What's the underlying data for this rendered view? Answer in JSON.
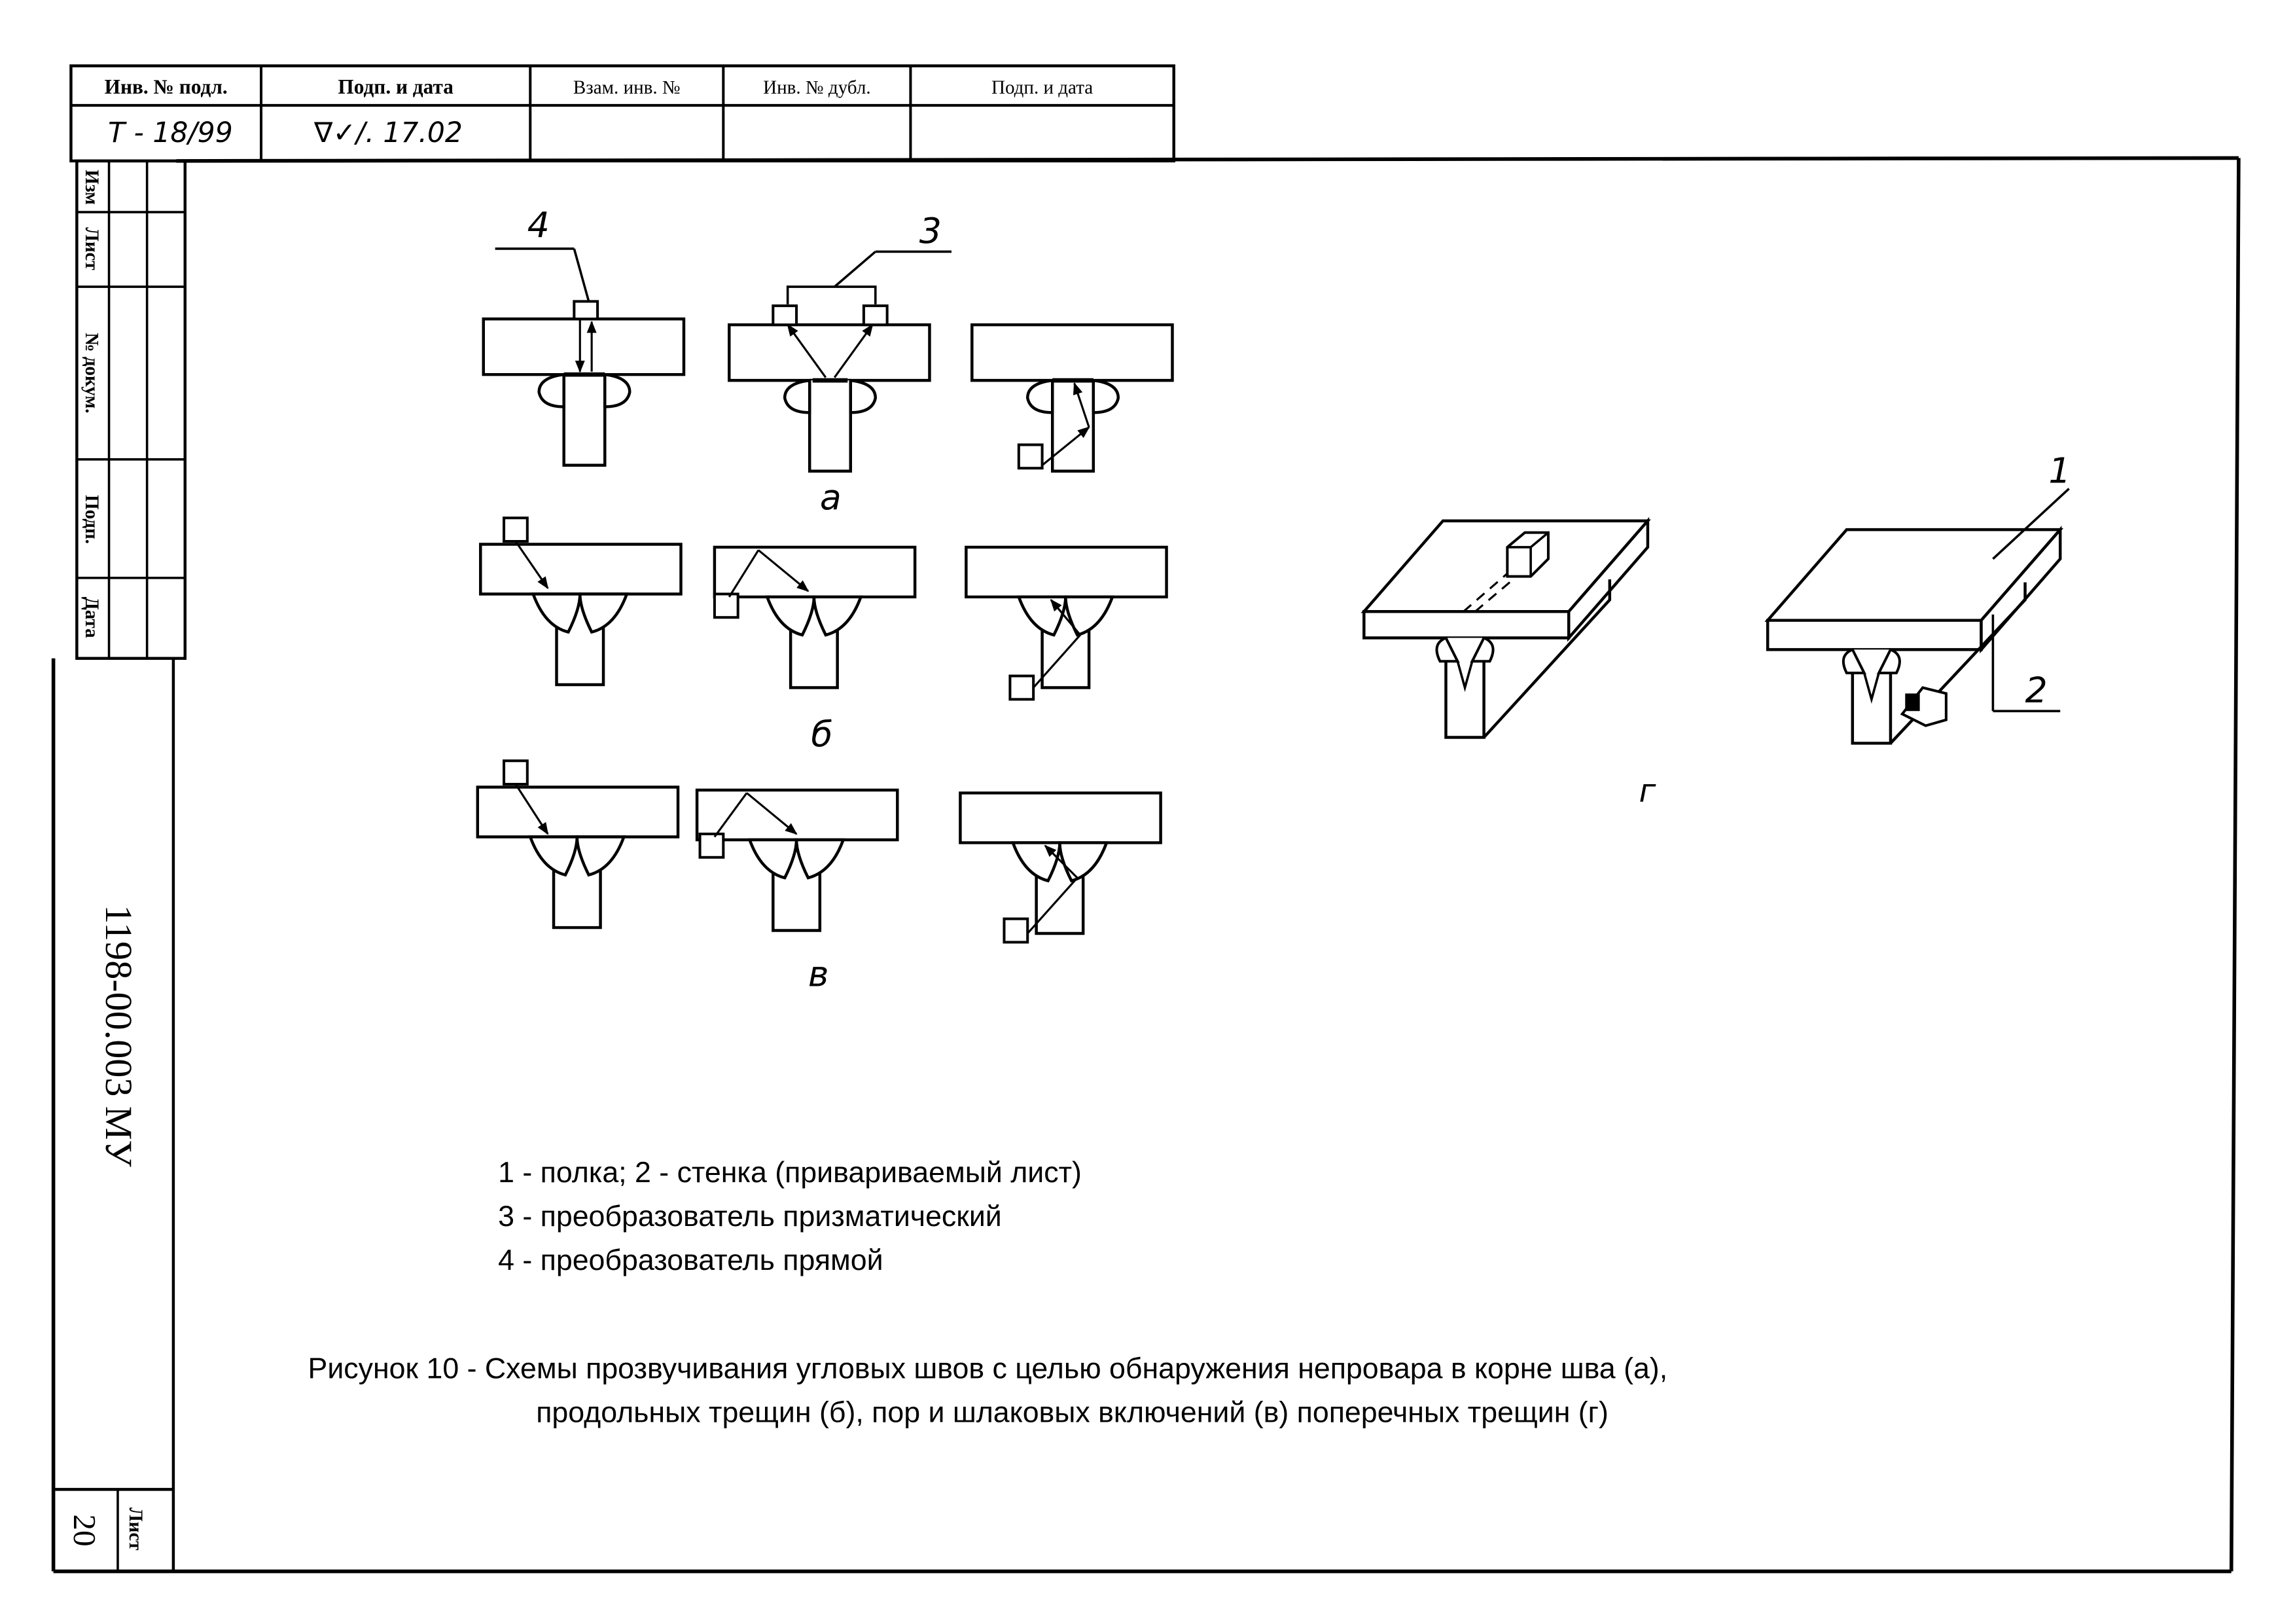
{
  "top_stamp": {
    "headers": [
      "Инв. № подл.",
      "Подп. и дата",
      "Взам. инв. №",
      "Инв. № дубл.",
      "Подп. и дата"
    ],
    "values": [
      "Т - 18/99",
      "∇✓/.  17.02",
      "",
      "",
      ""
    ]
  },
  "side_stamp": {
    "labels": [
      "Изм",
      "Лист",
      "№ докум.",
      "Подп.",
      "Дата"
    ],
    "doc_code": "1198-00.003 МУ",
    "sheet_label": "Лист",
    "sheet_number": "20"
  },
  "figure": {
    "group_labels": {
      "a": "а",
      "b": "б",
      "v": "в",
      "g": "г"
    },
    "callouts": {
      "c1": "1",
      "c2": "2",
      "c3": "3",
      "c4": "4"
    },
    "legend": [
      "1 - полка; 2 - стенка (привариваемый лист)",
      "3 - преобразователь призматический",
      "4 - преобразователь прямой"
    ],
    "caption_line1": "Рисунок 10 - Схемы прозвучивания угловых швов с целью обнаружения непровара в корне шва (а),",
    "caption_line2": "продольных трещин (б),  пор и шлаковых включений (в) поперечных трещин (г)"
  }
}
